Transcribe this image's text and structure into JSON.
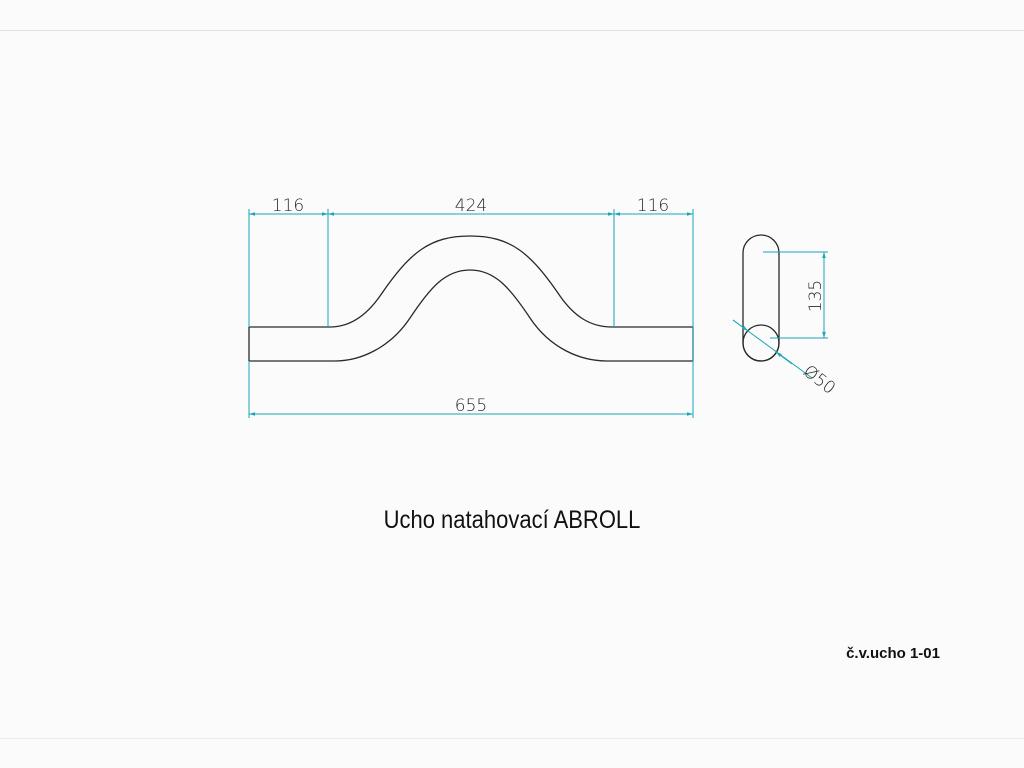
{
  "drawing": {
    "title": "Ucho natahovací ABROLL",
    "number": "č.v.ucho 1-01",
    "colors": {
      "outline": "#2a2a2a",
      "dimension": "#1aa6b8",
      "background": "#fbfbfb"
    },
    "dimensions": {
      "left_straight": "116",
      "middle_arch": "424",
      "right_straight": "116",
      "overall_length": "655",
      "side_height": "135",
      "diameter": "Ø50"
    }
  }
}
